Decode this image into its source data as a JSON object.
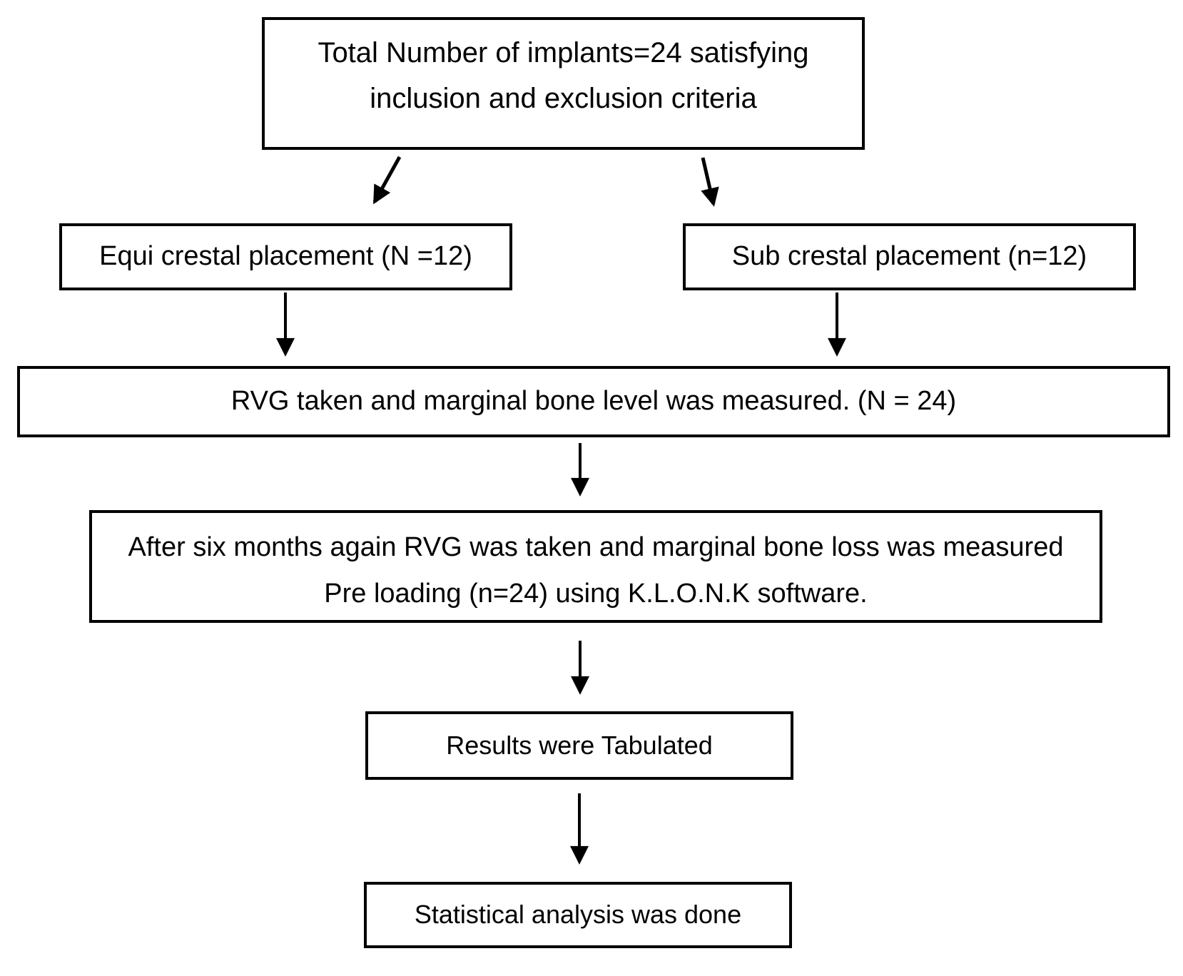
{
  "colors": {
    "ink": "#000000",
    "background": "#ffffff"
  },
  "nodes": {
    "total": {
      "lines": [
        "Total Number of implants=24 satisfying",
        "inclusion and exclusion criteria"
      ]
    },
    "equi": {
      "label": "Equi crestal placement (N =12)"
    },
    "sub": {
      "label": "Sub crestal placement (n=12)"
    },
    "rvg": {
      "label": "RVG taken and marginal bone level was measured. (N = 24)"
    },
    "after": {
      "lines": [
        "After six months again RVG was taken and marginal bone loss was measured",
        "Pre loading (n=24) using K.L.O.N.K software."
      ]
    },
    "results": {
      "label": "Results were Tabulated"
    },
    "stats": {
      "label": "Statistical analysis was done"
    }
  },
  "edges": [
    {
      "from": "total",
      "to": "equi"
    },
    {
      "from": "total",
      "to": "sub"
    },
    {
      "from": "equi",
      "to": "rvg"
    },
    {
      "from": "sub",
      "to": "rvg"
    },
    {
      "from": "rvg",
      "to": "after"
    },
    {
      "from": "after",
      "to": "results"
    },
    {
      "from": "results",
      "to": "stats"
    }
  ]
}
